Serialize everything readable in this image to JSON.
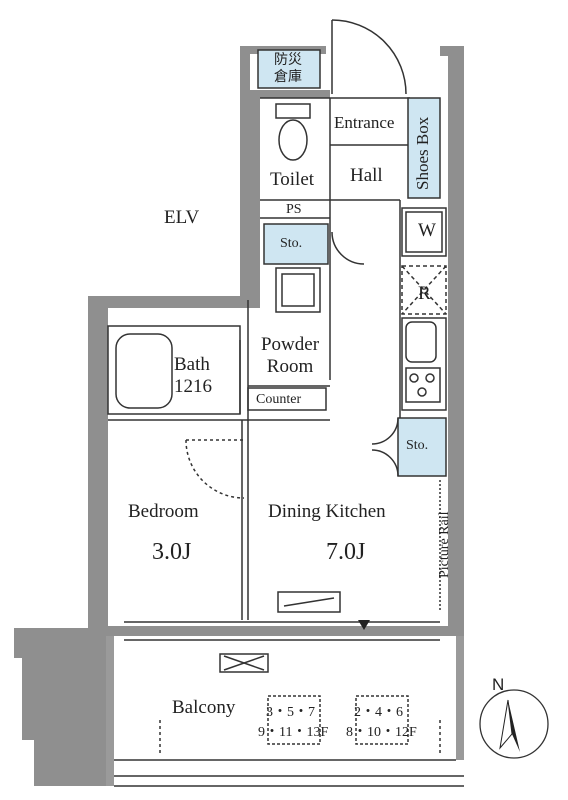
{
  "labels": {
    "storage": "防災\n倉庫",
    "entrance": "Entrance",
    "shoes_box": "Shoes Box",
    "toilet": "Toilet",
    "hall": "Hall",
    "elv": "ELV",
    "ps": "PS",
    "sto_top": "Sto.",
    "washer": "W",
    "fridge": "R",
    "powder_room": "Powder\nRoom",
    "bath": "Bath\n1216",
    "counter": "Counter",
    "sto_kitchen": "Sto.",
    "bedroom": "Bedroom",
    "bedroom_area": "3.0J",
    "dining_kitchen": "Dining Kitchen",
    "dining_area": "7.0J",
    "picture_rail": "Picture Rail",
    "balcony": "Balcony",
    "floors_left_top": "3・5・7",
    "floors_left_bottom": "9・11・13F",
    "floors_right_top": "2・4・6",
    "floors_right_bottom": "8・10・12F",
    "north": "N"
  },
  "colors": {
    "wall": "#8f8f8f",
    "fixture_blue": "#cfe6f2",
    "line": "#333333"
  }
}
